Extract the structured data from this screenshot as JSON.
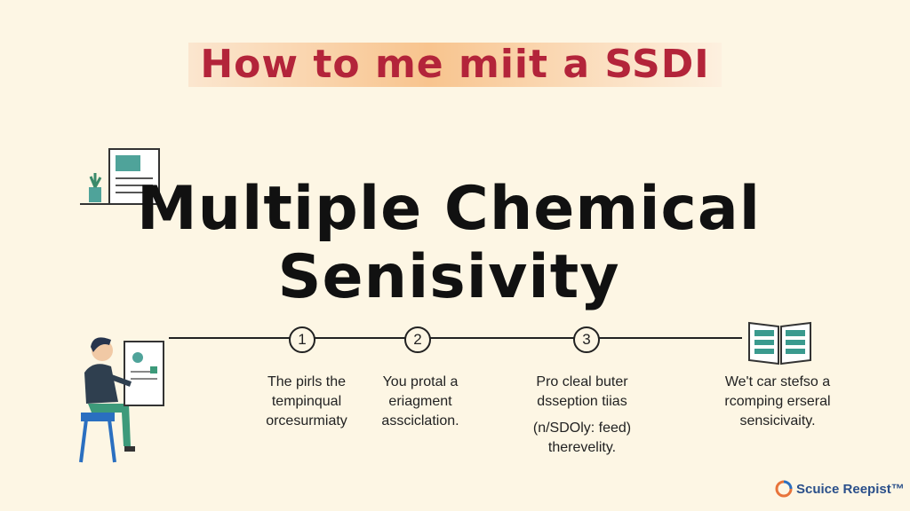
{
  "banner": {
    "title": "How to me miit a SSDI"
  },
  "heading": {
    "line1": "Multiple Chemical",
    "line2": "Senisivity"
  },
  "steps": [
    {
      "number": "1",
      "lines": [
        "The pirls the",
        "tempinqual",
        "orcesurmiaty"
      ]
    },
    {
      "number": "2",
      "lines": [
        "You protal a",
        "eriagment",
        "assciclation."
      ]
    },
    {
      "number": "3",
      "lines": [
        "Pro cleal buter",
        "dsseption tiias",
        "(n/SDOly: feed)",
        "therevelity."
      ]
    },
    {
      "number": "",
      "lines": [
        "We't car stefso a",
        "rcomping erseral",
        "sensicivaity."
      ]
    }
  ],
  "brand": {
    "name": "Scuice Reepist™"
  },
  "colors": {
    "background": "#fdf6e4",
    "title": "#b3243a",
    "accent": "#3a9a8e"
  }
}
